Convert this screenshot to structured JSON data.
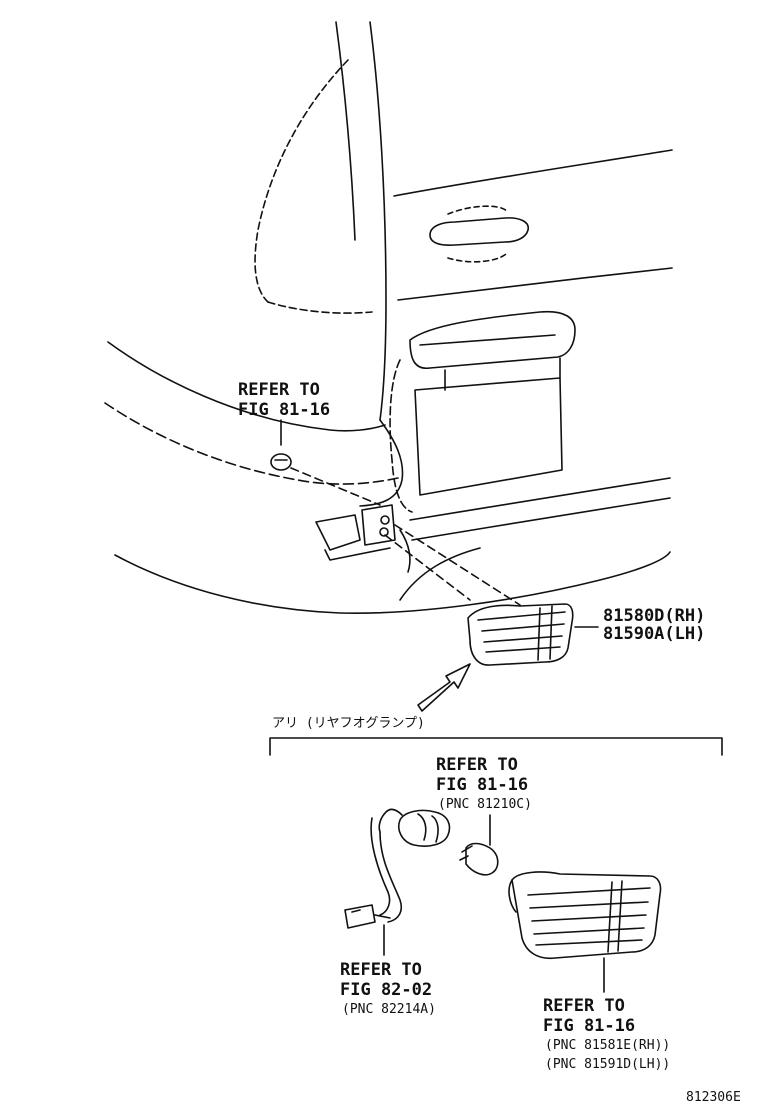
{
  "upper": {
    "refer_top": {
      "line1": "REFER TO",
      "line2": "FIG 81-16"
    },
    "part_rh": "81580D(RH)",
    "part_lh": "81590A(LH)"
  },
  "detail": {
    "header": "アリ (リヤフオグランプ)",
    "bulb_ref": {
      "line1": "REFER TO",
      "line2": "FIG 81-16",
      "pnc": "(PNC 81210C)"
    },
    "socket_ref": {
      "line1": "REFER TO",
      "line2": "FIG 82-02",
      "pnc": "(PNC 82214A)"
    },
    "lens_ref": {
      "line1": "REFER TO",
      "line2": "FIG 81-16",
      "pnc_rh": "(PNC 81581E(RH))",
      "pnc_lh": "(PNC 81591D(LH))"
    }
  },
  "figure_code": "812306E"
}
